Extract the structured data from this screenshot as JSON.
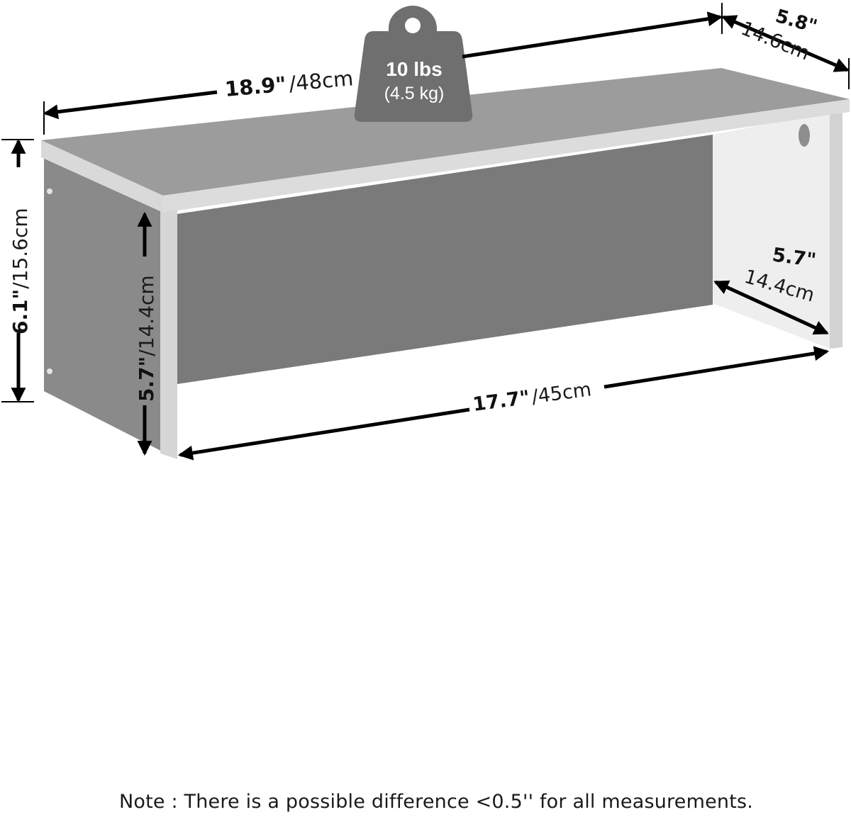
{
  "product": {
    "colors": {
      "side_panel": "#8a8a8a",
      "top_surface": "#9c9c9c",
      "edge": "#d8d8d8",
      "back_panel": "#787878",
      "weight_badge": "#6f6f6f",
      "arrow": "#000000"
    }
  },
  "weight": {
    "value": "10 lbs",
    "metric": "(4.5 kg)",
    "icon": "weight-icon"
  },
  "dimensions": {
    "top_width": {
      "imperial": "18.9\"",
      "separator": "/",
      "metric": "48cm"
    },
    "top_depth": {
      "imperial": "5.8\"",
      "metric": "14.6cm"
    },
    "total_height": {
      "imperial": "6.1\"",
      "separator": "/",
      "metric": "15.6cm"
    },
    "inner_height": {
      "imperial": "5.7\"",
      "separator": "/",
      "metric": "14.4cm"
    },
    "inner_depth": {
      "imperial": "5.7\"",
      "metric": "14.4cm"
    },
    "inner_width": {
      "imperial": "17.7\"",
      "separator": "/",
      "metric": "45cm"
    }
  },
  "note": "Note : There is a possible difference <0.5'' for all measurements."
}
